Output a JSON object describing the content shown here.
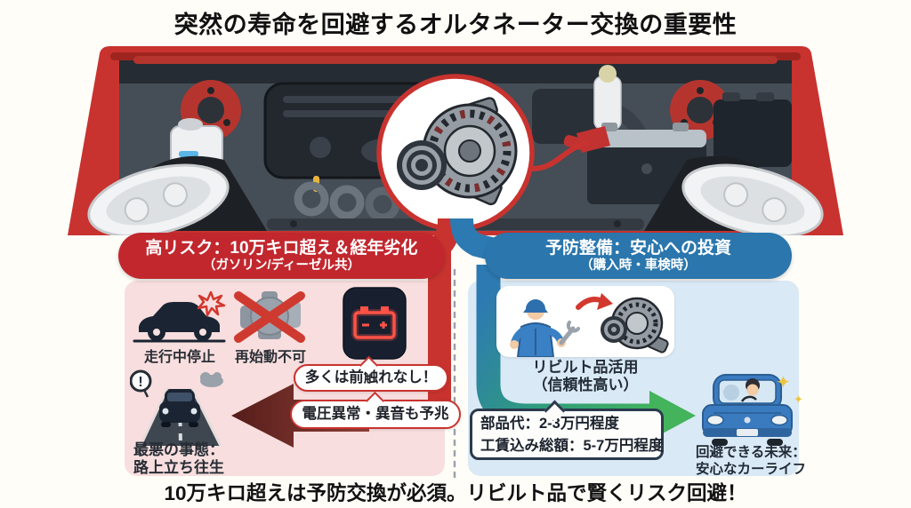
{
  "title": "突然の寿命を回避するオルタネーター交換の重要性",
  "footer": "10万キロ超えは予防交換が必須。リビルト品で賢くリスク回避！",
  "risk": {
    "header": "高リスク：10万キロ超え＆経年劣化",
    "header_sub": "（ガソリン/ディーゼル共）",
    "label_stop": "走行中停止",
    "label_no_restart": "再始動不可",
    "bubble_no_warning": "多くは前触れなし！",
    "bubble_signs": "電圧異常・異音も予兆",
    "worst_title": "最悪の事態：",
    "worst_sub": "路上立ち往生"
  },
  "prevention": {
    "header": "予防整備：安心への投資",
    "header_sub": "（購入時・車検時）",
    "rebuilt": "リビルト品活用",
    "rebuilt_sub": "（信頼性高い）",
    "cost_parts": "部品代：2-3万円程度",
    "cost_total": "工賃込み総額：5-7万円程度",
    "future_title": "回避できる未来：",
    "future_sub": "安心なカーライフ"
  },
  "icons": {
    "center": "alternator-in-engine-bay",
    "risk_row": [
      "car-breakdown-icon",
      "alternator-crossed-out-icon",
      "battery-warning-light-icon"
    ],
    "risk_bottom": "car-stranded-on-road-icon",
    "prevention_top": "mechanic-installing-rebuilt-alternator-icon",
    "prevention_bottom": "happy-family-car-icon",
    "sparkles": "✦"
  },
  "colors": {
    "background": "#fffdf8",
    "risk_red": "#c2272e",
    "risk_panel_bg": "#f8dede",
    "risk_arrow_dark": "#6b2420",
    "prevention_blue": "#2a76ad",
    "prevention_panel_bg": "#d9e9f5",
    "green_arrow": "#43b35c",
    "warning_red": "#ff5247",
    "car_body_red": "#c8332f",
    "title_text": "#111111"
  }
}
